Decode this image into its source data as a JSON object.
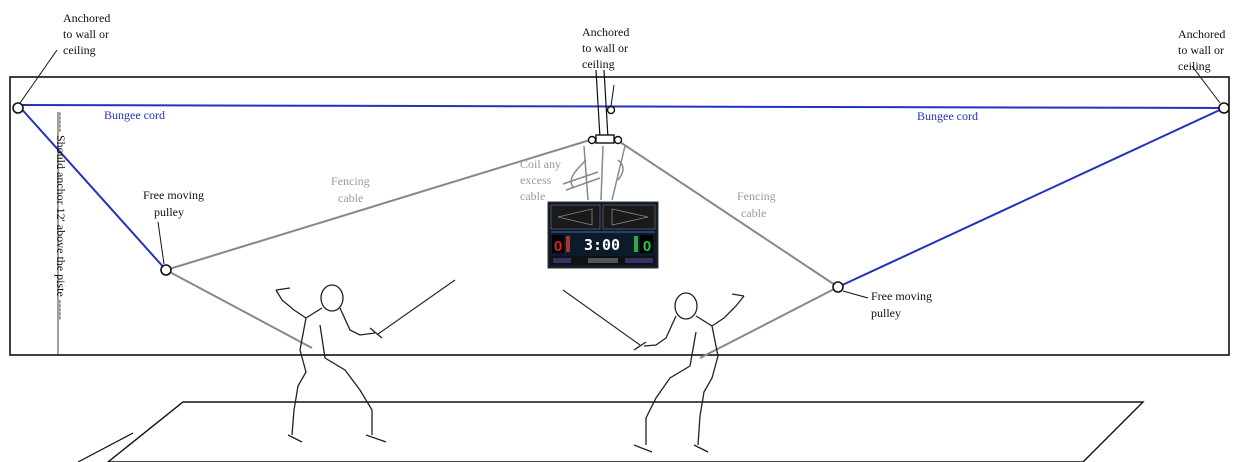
{
  "labels": {
    "anchor_left": [
      "Anchored",
      "to wall or",
      "ceiling"
    ],
    "anchor_center": [
      "Anchored",
      "to wall or",
      "ceiling"
    ],
    "anchor_right": [
      "Anchored",
      "to wall or",
      "ceiling"
    ],
    "bungee_left": "Bungee cord",
    "bungee_right": "Bungee cord",
    "pulley_left": [
      "Free moving",
      "pulley"
    ],
    "pulley_right": [
      "Free moving",
      "pulley"
    ],
    "cable_left": [
      "Fencing",
      "cable"
    ],
    "cable_right": [
      "Fencing",
      "cable"
    ],
    "coil": [
      "Coil any",
      "excess",
      "cable"
    ],
    "height_note": "----- Should anchor 12' above the piste -----"
  },
  "scoreboard": {
    "left_score": "0",
    "right_score": "0",
    "time": "3:00"
  },
  "colors": {
    "bungee": "#2233bb",
    "cable": "#888888",
    "left_score": "#dd2222",
    "right_score": "#22cc44",
    "outline": "#111111"
  },
  "icons": {
    "left_fencer": "fencer-en-garde-icon",
    "right_fencer": "fencer-en-garde-icon",
    "scoreboard": "scoring-machine-icon"
  }
}
